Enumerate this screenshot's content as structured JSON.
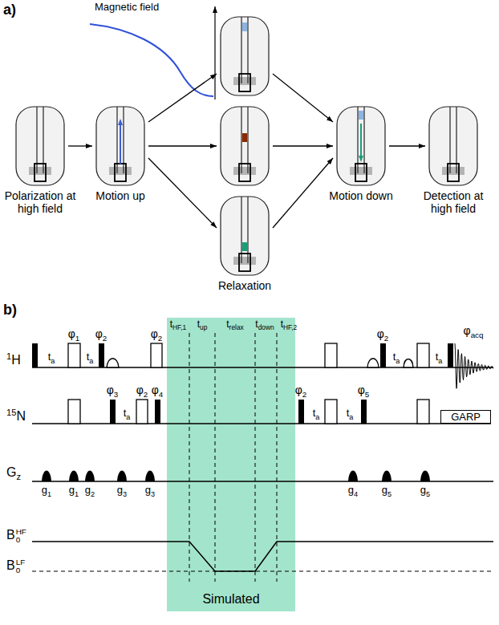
{
  "diagram": {
    "nodes": [
      {
        "text": [
          "Polarization at high field"
        ]
      },
      {
        "text": [
          "Motion up"
        ]
      },
      {
        "text": [
          "Relaxation"
        ]
      },
      {
        "text": [
          "Motion down"
        ]
      },
      {
        "text": [
          "Detection at high field"
        ]
      },
      {
        "text": [
          "GARP"
        ]
      }
    ],
    "edges": [
      {
        "from": 0,
        "to": 1,
        "arrow": "to"
      },
      {
        "from": 1,
        "to": 2,
        "arrow": "to"
      },
      {
        "from": 2,
        "to": 3,
        "arrow": "to"
      },
      {
        "from": 3,
        "to": 4,
        "arrow": "to"
      }
    ],
    "labels": [
      "a)",
      "Magnetic field",
      "b)",
      "tHF,1",
      "tup",
      "trelax",
      "tdown",
      "tHF,2",
      "φ1",
      "φ2",
      "φ2",
      "φ2",
      "φacq",
      "1H",
      "ta",
      "ta",
      "ta",
      "ta",
      "15N",
      "φ3",
      "ta",
      "φ2",
      "φ4",
      "φ2",
      "ta",
      "ta",
      "φ5",
      "Gz",
      "g1",
      "g1",
      "g2",
      "g3",
      "g3",
      "g4",
      "g5",
      "g5",
      "B0HF",
      "B0LF",
      "Simulated"
    ]
  }
}
